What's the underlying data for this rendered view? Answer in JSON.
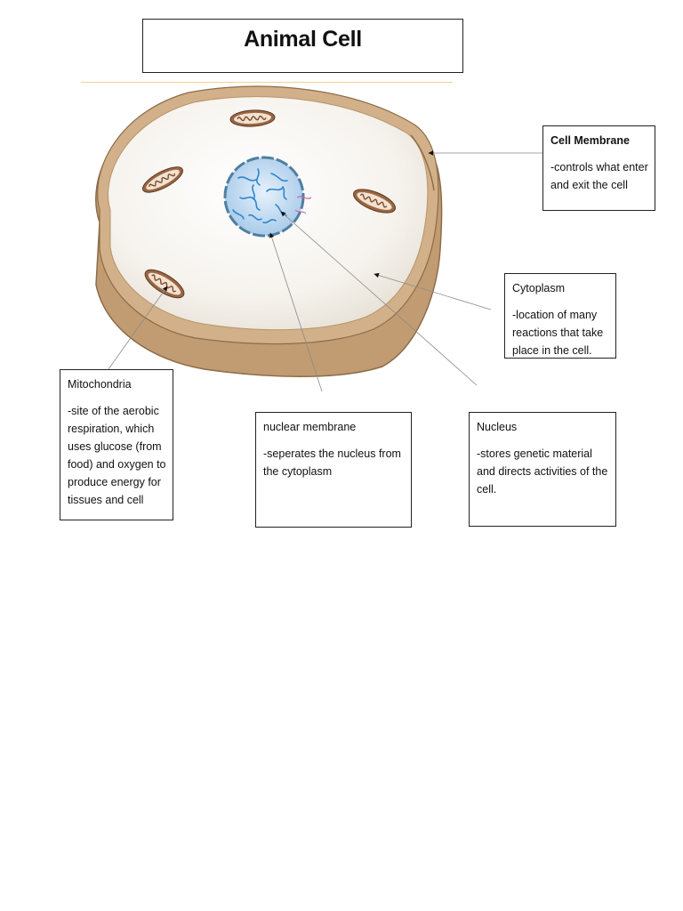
{
  "title": "Animal Cell",
  "labels": {
    "cell_membrane": {
      "heading": "Cell Membrane",
      "description": "-controls what enter and exit the cell"
    },
    "cytoplasm": {
      "heading": "Cytoplasm",
      "description": "-location of many reactions that take place in the cell."
    },
    "mitochondria": {
      "heading": "Mitochondria",
      "description": "-site of the aerobic respiration, which uses glucose (from food) and oxygen to produce energy for tissues and cell"
    },
    "nuclear_membrane": {
      "heading": "nuclear membrane",
      "description": "-seperates the nucleus from the cytoplasm"
    },
    "nucleus": {
      "heading": "Nucleus",
      "description": "-stores genetic material and directs activities of the cell."
    }
  },
  "colors": {
    "cell_outer": "#c8a57d",
    "cell_shadow": "#b89468",
    "cell_edge": "#8c6c48",
    "cytoplasm": "#f4f1ec",
    "nucleus_fill": "#c9dff5",
    "nucleus_border": "#5b8fb0",
    "chromatin": "#3a8fd0",
    "mito_outer": "#8c5a3c",
    "mito_inner": "#f2e2cf",
    "leader_line": "#777777"
  }
}
